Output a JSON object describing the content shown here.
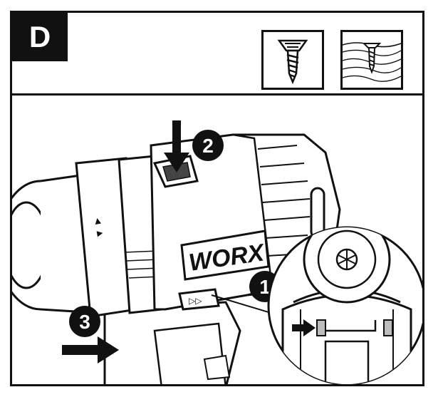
{
  "step": {
    "letter": "D"
  },
  "icons": {
    "screw": "screw-icon",
    "screw_in_wood": "screw-in-wood-icon"
  },
  "callouts": [
    "1",
    "2",
    "3"
  ],
  "brand": {
    "logo": "WORX"
  },
  "colors": {
    "ink": "#111111",
    "paper": "#ffffff",
    "shade": "#bdbdbd"
  }
}
